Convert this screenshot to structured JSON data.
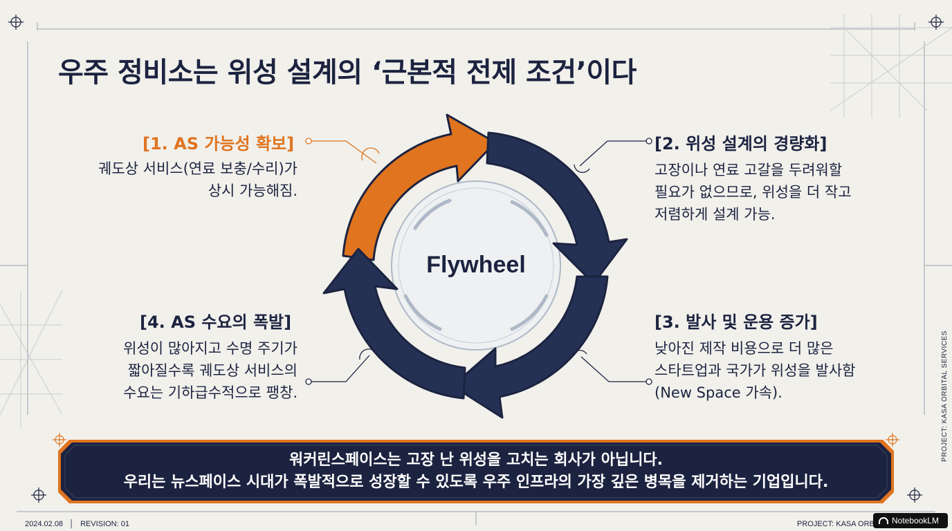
{
  "title": "우주 정비소는 위성 설계의 ‘근본적 전제 조건’이다",
  "center_label": "Flywheel",
  "steps": [
    {
      "heading": "[1. AS 가능성 확보]",
      "lines": [
        "궤도상 서비스(연료 보충/수리)가",
        "상시 가능해짐."
      ]
    },
    {
      "heading": "[2. 위성 설계의 경량화]",
      "lines": [
        "고장이나 연료 고갈을 두려워할",
        "필요가 없으므로, 위성을 더 작고",
        "저렴하게 설계 가능."
      ]
    },
    {
      "heading": "[3. 발사 및 운용 증가]",
      "lines": [
        "낮아진 제작 비용으로 더 많은",
        "스타트업과 국가가 위성을 발사함",
        "(New Space 가속)."
      ]
    },
    {
      "heading": "[4. AS 수요의 폭발]",
      "lines": [
        "위성이 많아지고 수명 주기가",
        "짧아질수록 궤도상 서비스의",
        "수요는 기하급수적으로 팽창."
      ]
    }
  ],
  "banner": {
    "line1": "워커린스페이스는 고장 난 위성을 고치는 회사가 아닙니다.",
    "line2": "우리는 뉴스페이스 시대가 폭발적으로 성장할 수 있도록 우주 인프라의 가장 깊은 병목을 제거하는 기업입니다."
  },
  "footer": {
    "date": "2024.02.08",
    "revision": "REVISION: 01",
    "project": "PROJECT: KASA ORB",
    "side_text": "PROJECT: KASA ORBITAL SERVICES",
    "badge": "NotebookLM"
  },
  "colors": {
    "navy": "#1c2340",
    "orange": "#e0741f",
    "background": "#f1f0eb"
  }
}
